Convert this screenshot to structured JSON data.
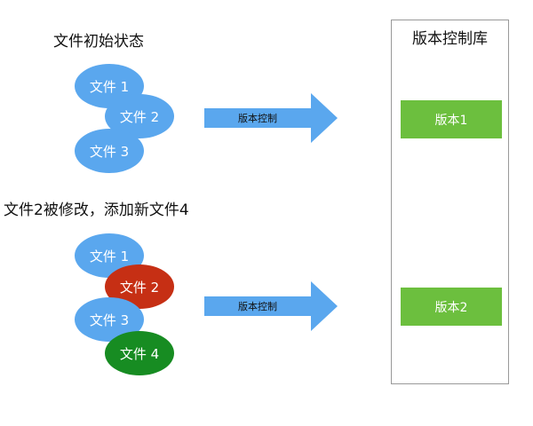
{
  "top": {
    "title": "文件初始状态",
    "files": [
      "文件 1",
      "文件 2",
      "文件 3"
    ],
    "arrow_label": "版本控制"
  },
  "bottom": {
    "title": "文件2被修改，添加新文件4",
    "files": [
      "文件 1",
      "文件 2",
      "文件 3",
      "文件 4"
    ],
    "arrow_label": "版本控制"
  },
  "repository": {
    "title": "版本控制库",
    "versions": [
      "版本1",
      "版本2"
    ]
  },
  "colors": {
    "file_unchanged": "#5aa7ee",
    "file_modified": "#c62f14",
    "file_new": "#178c22",
    "arrow": "#5aa7ee",
    "version": "#6cbf3e"
  }
}
